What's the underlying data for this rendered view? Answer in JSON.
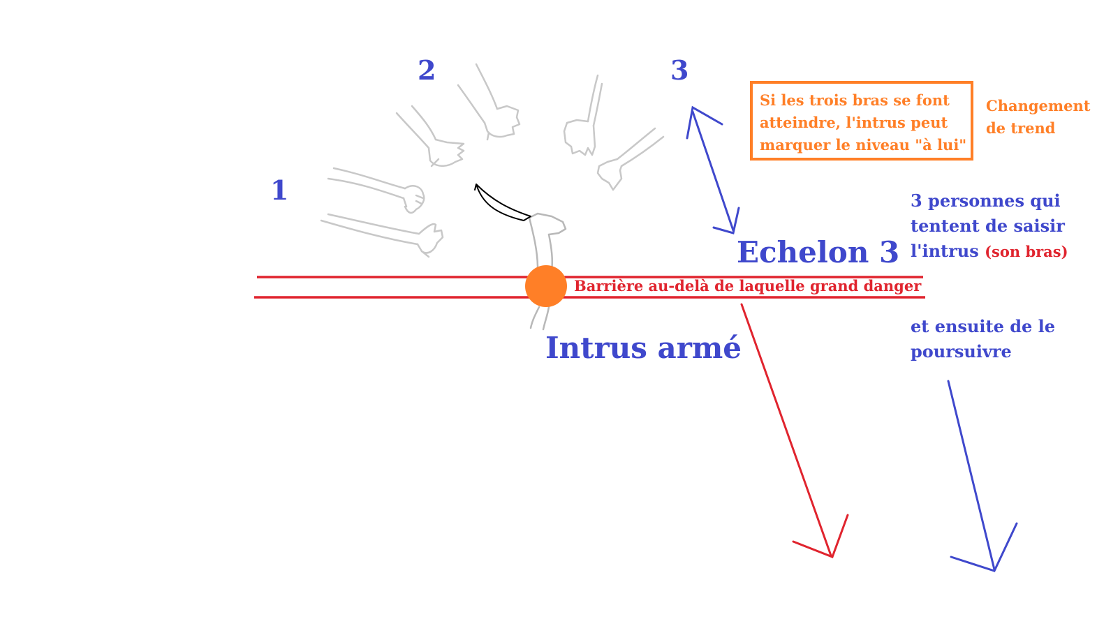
{
  "labels": {
    "group_1": "1",
    "group_2": "2",
    "group_3": "3",
    "echelon": "Echelon 3",
    "intruder": "Intrus armé",
    "barrier": "Barrière au-delà de laquelle grand danger",
    "box_lines": [
      "Si les trois bras se font",
      "atteindre, l'intrus peut",
      "marquer le niveau \"à lui\""
    ],
    "trend_lines": [
      "Changement",
      "de trend"
    ],
    "people_lines": [
      "3 personnes qui",
      "tentent de saisir",
      "l'intrus"
    ],
    "arm_note": "(son bras)",
    "pursue_lines": [
      "et ensuite de le",
      "poursuivre"
    ]
  },
  "colors": {
    "blue": "#3f48cc",
    "red": "#e0242e",
    "orange": "#ff7f27",
    "arm_gray": "#c8c8c8",
    "knife": "#000000"
  }
}
